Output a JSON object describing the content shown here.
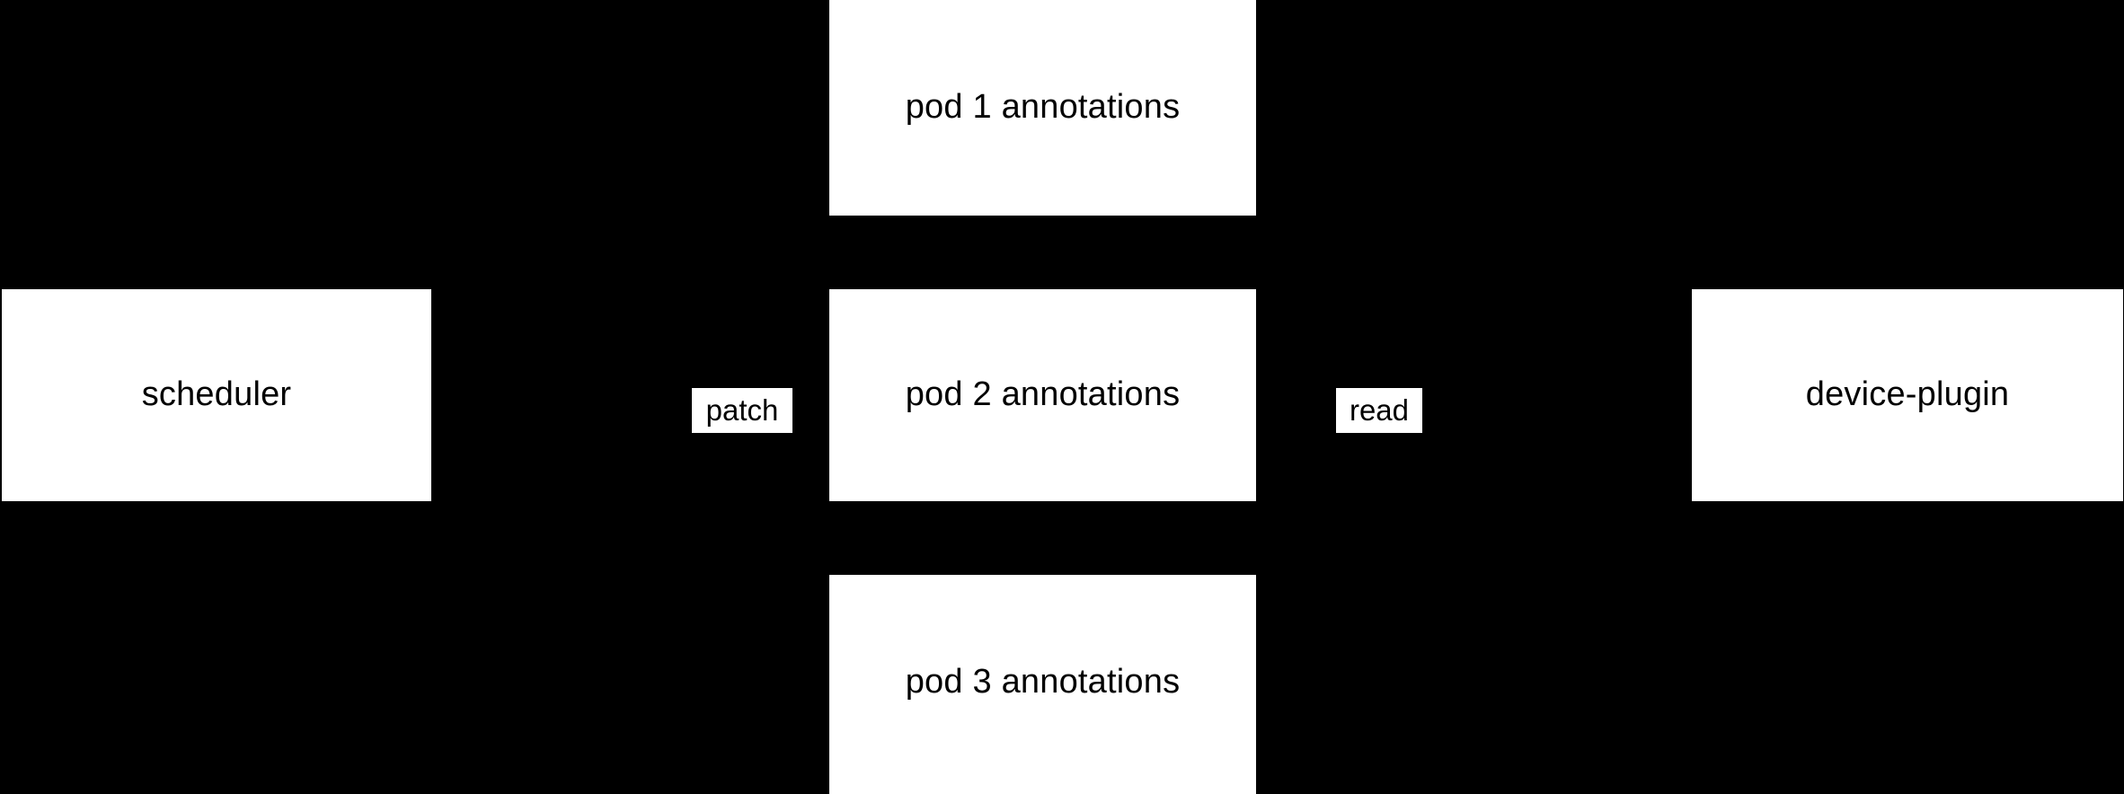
{
  "diagram": {
    "background_color": "#000000",
    "node_fill_color": "#ffffff",
    "node_text_color": "#000000",
    "nodes": [
      {
        "id": "scheduler",
        "label": "scheduler"
      },
      {
        "id": "pod1",
        "label": "pod 1 annotations"
      },
      {
        "id": "pod2",
        "label": "pod 2 annotations"
      },
      {
        "id": "pod3",
        "label": "pod 3 annotations"
      },
      {
        "id": "device-plugin",
        "label": "device-plugin"
      }
    ],
    "edges": [
      {
        "id": "scheduler-to-pod2",
        "label": "patch",
        "from": "scheduler",
        "to": "pod2"
      },
      {
        "id": "device-plugin-to-pod2",
        "label": "read",
        "from": "device-plugin",
        "to": "pod2"
      }
    ]
  }
}
